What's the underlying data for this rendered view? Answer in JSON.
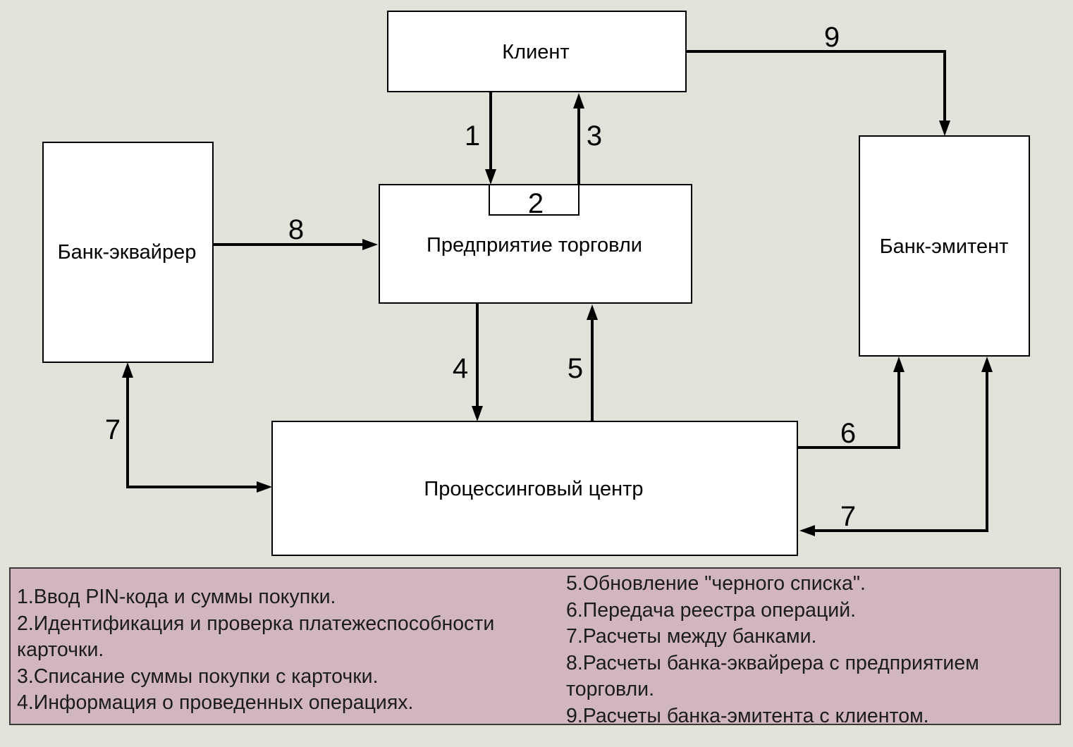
{
  "boxes": {
    "client": "Клиент",
    "acquirer": "Банк-эквайрер",
    "merchant": "Предприятие торговли",
    "merchant_sub": "2",
    "issuer": "Банк-эмитент",
    "processing": "Процессинговый центр"
  },
  "arrow_labels": {
    "a1": "1",
    "a3": "3",
    "a4": "4",
    "a5": "5",
    "a6": "6",
    "a7_left": "7",
    "a7_right": "7",
    "a8": "8",
    "a9": "9"
  },
  "legend": {
    "left": [
      "1.Ввод PIN-кода и суммы покупки.",
      "2.Идентификация и проверка платежеспособности карточки.",
      "3.Списание суммы покупки с карточки.",
      "4.Информация о проведенных операциях."
    ],
    "right": [
      "5.Обновление \"черного списка\".",
      "6.Передача реестра операций.",
      "7.Расчеты между банками.",
      "8.Расчеты банка-эквайрера с предприятием торговли.",
      "9.Расчеты банка-эмитента с клиентом."
    ]
  },
  "colors": {
    "background": "#e1e2da",
    "legend_background": "#d1b5bf",
    "box_fill": "#ffffff"
  }
}
